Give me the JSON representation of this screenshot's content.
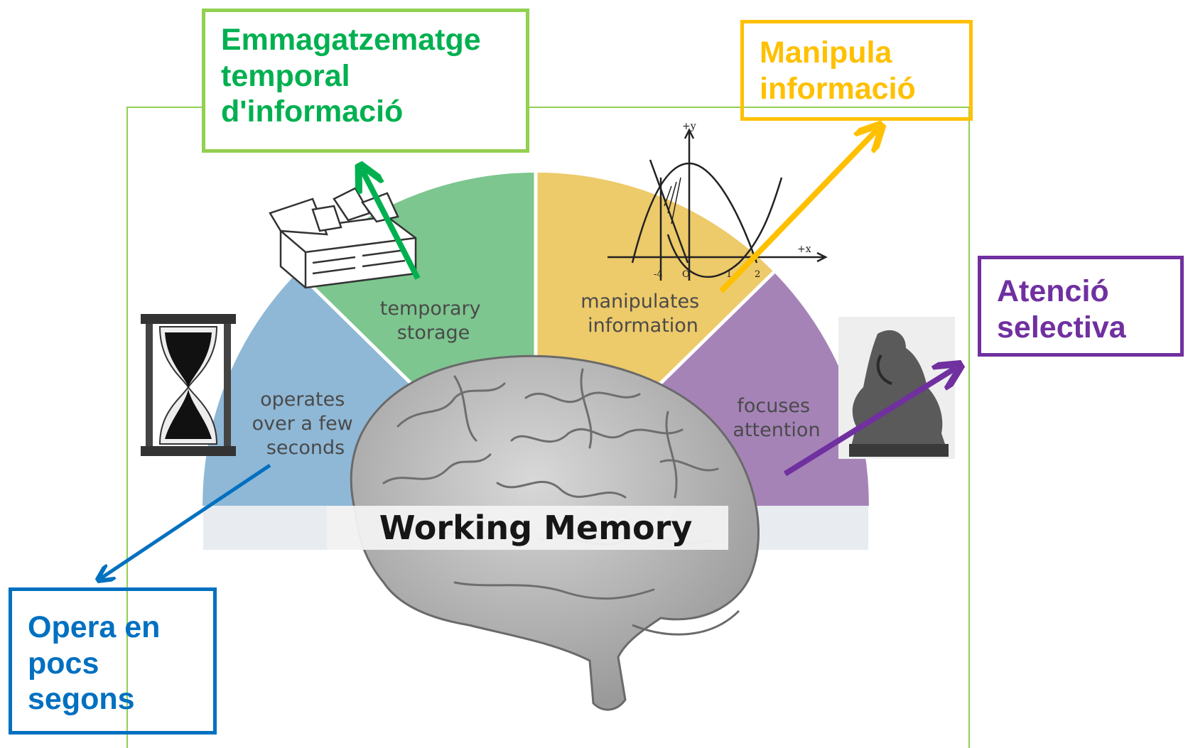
{
  "colors": {
    "frame": "#92d050",
    "segment_operates": "#8fb8d6",
    "segment_storage": "#7dc68f",
    "segment_manipulates": "#edca6a",
    "segment_attention": "#a583b7",
    "callout_storage": "#92d050",
    "text_storage": "#00b050",
    "callout_manipula": "#ffc000",
    "callout_atencio": "#7030a0",
    "callout_opera": "#0070c0"
  },
  "diagram": {
    "title": "Working Memory",
    "segments": {
      "operates": [
        "operates",
        "over a few",
        "seconds"
      ],
      "storage": [
        "temporary",
        "storage"
      ],
      "manipulates": [
        "manipulates",
        "information"
      ],
      "attention": [
        "focuses",
        "attention"
      ]
    },
    "icons": [
      "hourglass-icon",
      "filing-box-icon",
      "graph-icon",
      "thinker-statue-icon",
      "brain-icon"
    ]
  },
  "callouts": {
    "storage": [
      "Emmagatzematge",
      "temporal",
      "d'informació"
    ],
    "manipula": [
      "Manipula",
      "informació"
    ],
    "atencio": [
      "Atenció",
      "selectiva"
    ],
    "opera": [
      "Opera en",
      "pocs",
      "segons"
    ]
  }
}
